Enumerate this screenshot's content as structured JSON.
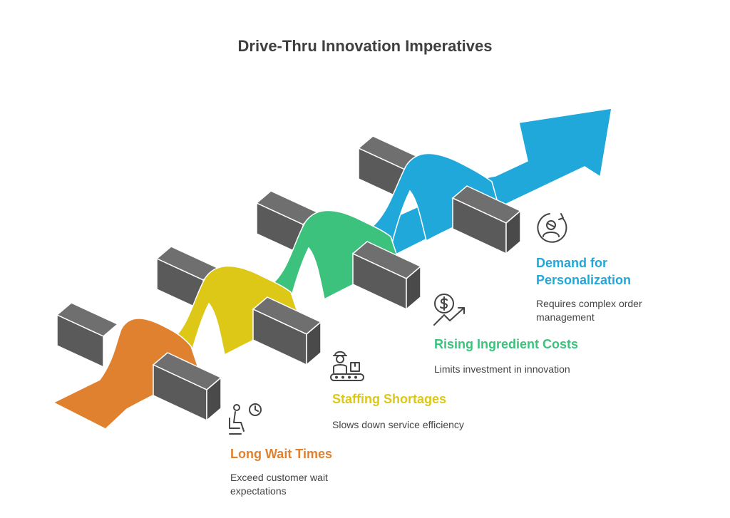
{
  "title": "Drive-Thru Innovation Imperatives",
  "colors": {
    "orange": "#E0812F",
    "yellow": "#DDC818",
    "green": "#3DC27E",
    "blue": "#21A8DB",
    "block_top": "#6F6F6F",
    "block_front": "#5A5A5A",
    "block_side": "#4A4A4A",
    "icon": "#444444"
  },
  "items": [
    {
      "title": "Long Wait Times",
      "description": "Exceed customer wait expectations",
      "color": "#E0812F",
      "icon": "waiting-person-clock-icon"
    },
    {
      "title": "Staffing Shortages",
      "description": "Slows down service efficiency",
      "color": "#DDC818",
      "icon": "worker-conveyor-icon"
    },
    {
      "title": "Rising Ingredient Costs",
      "description": "Limits investment in innovation",
      "color": "#3DC27E",
      "icon": "dollar-trend-up-icon"
    },
    {
      "title": "Demand for Personalization",
      "description": "Requires complex order management",
      "color": "#21A8DB",
      "icon": "person-cycle-icon"
    }
  ]
}
